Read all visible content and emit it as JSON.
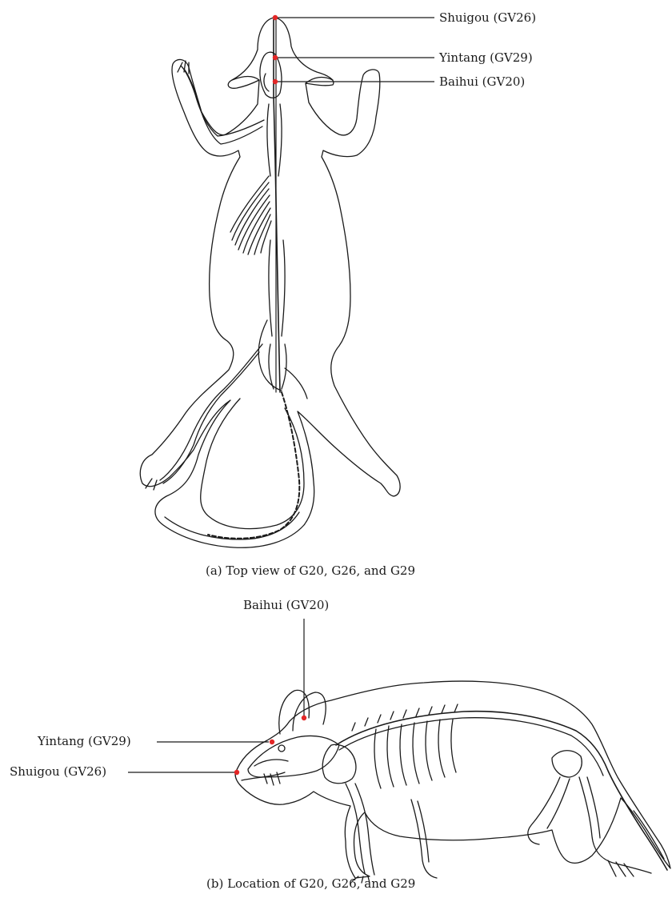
{
  "colors": {
    "outline": "#1a1a1a",
    "acupoint": "#e32626",
    "background": "#ffffff"
  },
  "panel_a": {
    "labels": {
      "shuigou": "Shuigou (GV26)",
      "yintang": "Yintang (GV29)",
      "baihui": "Baihui (GV20)"
    },
    "caption": "(a) Top view of G20, G26, and G29"
  },
  "panel_b": {
    "labels": {
      "baihui": "Baihui (GV20)",
      "yintang": "Yintang (GV29)",
      "shuigou": "Shuigou (GV26)"
    },
    "caption": "(b) Location of G20, G26, and G29"
  }
}
